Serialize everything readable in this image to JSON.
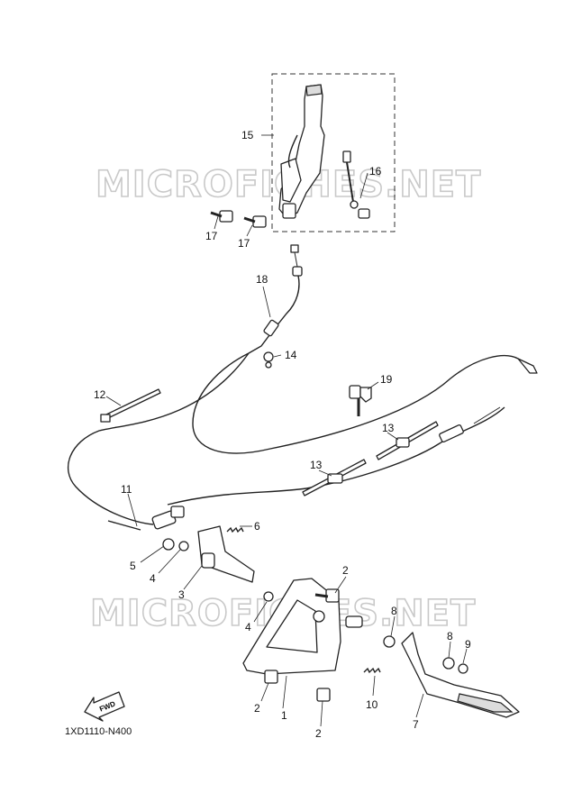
{
  "watermarks": [
    "MICROFICHES.NET",
    "MICROFICHES.NET"
  ],
  "direction_label": "FWD",
  "diagram_ref": "1XD1110-N400",
  "callouts": [
    {
      "id": "c15",
      "label": "15"
    },
    {
      "id": "c16",
      "label": "16"
    },
    {
      "id": "c17a",
      "label": "17"
    },
    {
      "id": "c17b",
      "label": "17"
    },
    {
      "id": "c18",
      "label": "18"
    },
    {
      "id": "c14",
      "label": "14"
    },
    {
      "id": "c12",
      "label": "12"
    },
    {
      "id": "c19",
      "label": "19"
    },
    {
      "id": "c13a",
      "label": "13"
    },
    {
      "id": "c13b",
      "label": "13"
    },
    {
      "id": "c11",
      "label": "11"
    },
    {
      "id": "c6",
      "label": "6"
    },
    {
      "id": "c5",
      "label": "5"
    },
    {
      "id": "c4a",
      "label": "4"
    },
    {
      "id": "c3",
      "label": "3"
    },
    {
      "id": "c2a",
      "label": "2"
    },
    {
      "id": "c4b",
      "label": "4"
    },
    {
      "id": "c8a",
      "label": "8"
    },
    {
      "id": "c8b",
      "label": "8"
    },
    {
      "id": "c9",
      "label": "9"
    },
    {
      "id": "c10",
      "label": "10"
    },
    {
      "id": "c7",
      "label": "7"
    },
    {
      "id": "c1",
      "label": "1"
    },
    {
      "id": "c2b",
      "label": "2"
    },
    {
      "id": "c2c",
      "label": "2"
    }
  ]
}
